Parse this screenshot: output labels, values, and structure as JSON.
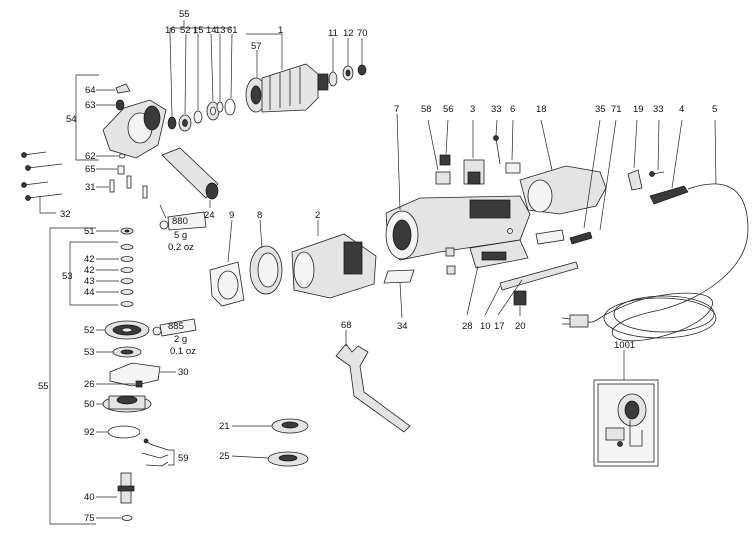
{
  "labels": {
    "l1": "1",
    "l2": "2",
    "l3": "3",
    "l4": "4",
    "l5": "5",
    "l6": "6",
    "l7": "7",
    "l8": "8",
    "l9": "9",
    "l10": "10",
    "l11": "11",
    "l12": "12",
    "l13": "13",
    "l14": "14",
    "l15": "15",
    "l16": "16",
    "l17": "17",
    "l18": "18",
    "l19": "19",
    "l20": "20",
    "l21": "21",
    "l24": "24",
    "l25": "25",
    "l26": "26",
    "l28": "28",
    "l30": "30",
    "l31": "31",
    "l32": "32",
    "l33a": "33",
    "l33b": "33",
    "l34": "34",
    "l35": "35",
    "l40": "40",
    "l42a": "42",
    "l42b": "42",
    "l43": "43",
    "l44": "44",
    "l50": "50",
    "l51": "51",
    "l52a": "52",
    "l52b": "52",
    "l53a": "53",
    "l53b": "53",
    "l54": "54",
    "l55a": "55",
    "l55b": "55",
    "l56": "56",
    "l57": "57",
    "l58": "58",
    "l59": "59",
    "l61": "61",
    "l62": "62",
    "l63": "63",
    "l64": "64",
    "l65": "65",
    "l68": "68",
    "l70": "70",
    "l71": "71",
    "l75": "75",
    "l92": "92",
    "l1001": "1001",
    "l880": "880",
    "l885": "885"
  },
  "grease_880": {
    "grams": "5 g",
    "ounces": "0.2 oz"
  },
  "grease_885": {
    "grams": "2 g",
    "ounces": "0.1 oz"
  }
}
